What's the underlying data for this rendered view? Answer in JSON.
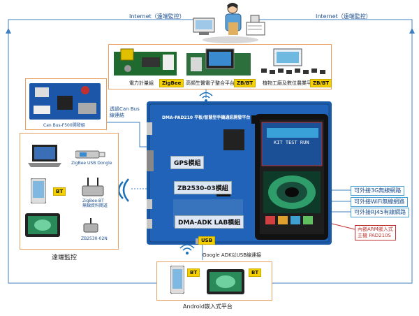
{
  "internet_left": "Internet（遠端監控）",
  "internet_right": "Internet（遠端監控）",
  "top_modules": [
    {
      "label": "電力計量組",
      "tag": "ZigBee"
    },
    {
      "label": "高頻生醫電子整合平台",
      "tag": "ZB/BT"
    },
    {
      "label": "植物工廠及數位農業平台",
      "tag": "ZB/BT"
    }
  ],
  "canbus_label": "Can Bus-F500開發組",
  "canbus_link": "透過Can Bus\n線連結",
  "board": {
    "title": "DMA-PAD210 平板/智慧型手機通訊開發平台",
    "gps": "GPS模組",
    "zb2530": "ZB2530-03模組",
    "adk": "DMA-ADK LAB模組",
    "usb_tag": "USB",
    "lcd_text": "KIT TEST RUN"
  },
  "left_panel": {
    "zigbee_usb": "ZigBee USB Dongle",
    "zigbee_bt": "ZigBee-BT\n無線資料閘道",
    "zb2530": "ZB2530-02N",
    "bt_tag": "BT",
    "caption": "遠端監控"
  },
  "right_callouts": [
    "可外接3G無線網路",
    "可外接WiFi無線網路",
    "可外接RJ45有線網路"
  ],
  "core_callout": "內嵌ARM嵌入式\n主機 PAD210S",
  "bottom": {
    "link_label": "Google ADK以USB線連接",
    "bt1": "BT",
    "bt2": "BT",
    "caption": "Android嵌入式平台"
  }
}
